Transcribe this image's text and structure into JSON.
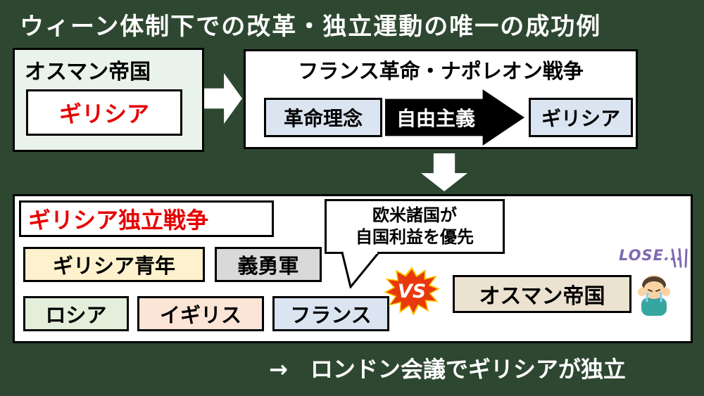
{
  "title": "ウィーン体制下での改革・独立運動の唯一の成功例",
  "ottoman_panel": {
    "header": "オスマン帝国",
    "country": "ギリシア"
  },
  "france_panel": {
    "header": "フランス革命・ナポレオン戦争",
    "ideal": "革命理念",
    "arrow_label": "自由主義",
    "target": "ギリシア"
  },
  "war_panel": {
    "title": "ギリシア独立戦争",
    "fighters": [
      "ギリシア青年",
      "義勇軍"
    ],
    "bubble_line1": "欧米諸国が",
    "bubble_line2": "自国利益を優先",
    "allies": [
      "ロシア",
      "イギリス",
      "フランス"
    ],
    "vs_label": "VS",
    "opponent": "オスマン帝国",
    "lose_label": "LOSE..."
  },
  "footer": "→　ロンドン会議でギリシアが独立",
  "colors": {
    "background": "#2e4731",
    "highlight_red": "#e60000",
    "panel_green": "#eaf3eb",
    "box_blue": "#dbe5f1",
    "box_yellow": "#fdf2cd",
    "box_gray": "#d9d9d9",
    "box_green_light": "#e3efdb",
    "box_pink": "#fce5d6",
    "box_tan": "#ebe3d0",
    "vs_red": "#e8380d",
    "vs_yellow": "#ffc800",
    "lose_purple": "#7d6ab1"
  }
}
